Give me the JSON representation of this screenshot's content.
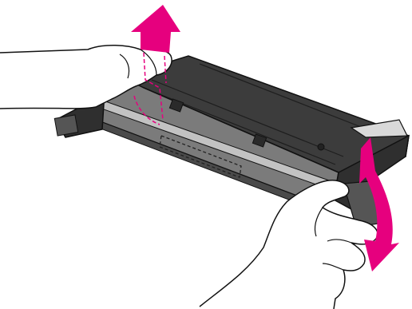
{
  "illustration": {
    "subject": "toner-cartridge-removal",
    "colors": {
      "background": "#ffffff",
      "cartridge_dark": "#3c3c3c",
      "cartridge_mid": "#7b7b7b",
      "cartridge_light": "#a6a6a6",
      "outline": "#111111",
      "hand_fill": "#ffffff",
      "arrow": "#e6007e",
      "arrow_dashed": "#e6007e"
    },
    "arrows": [
      {
        "name": "lift-up-arrow",
        "direction": "up"
      },
      {
        "name": "rotate-arrow",
        "direction": "rotate"
      }
    ]
  }
}
